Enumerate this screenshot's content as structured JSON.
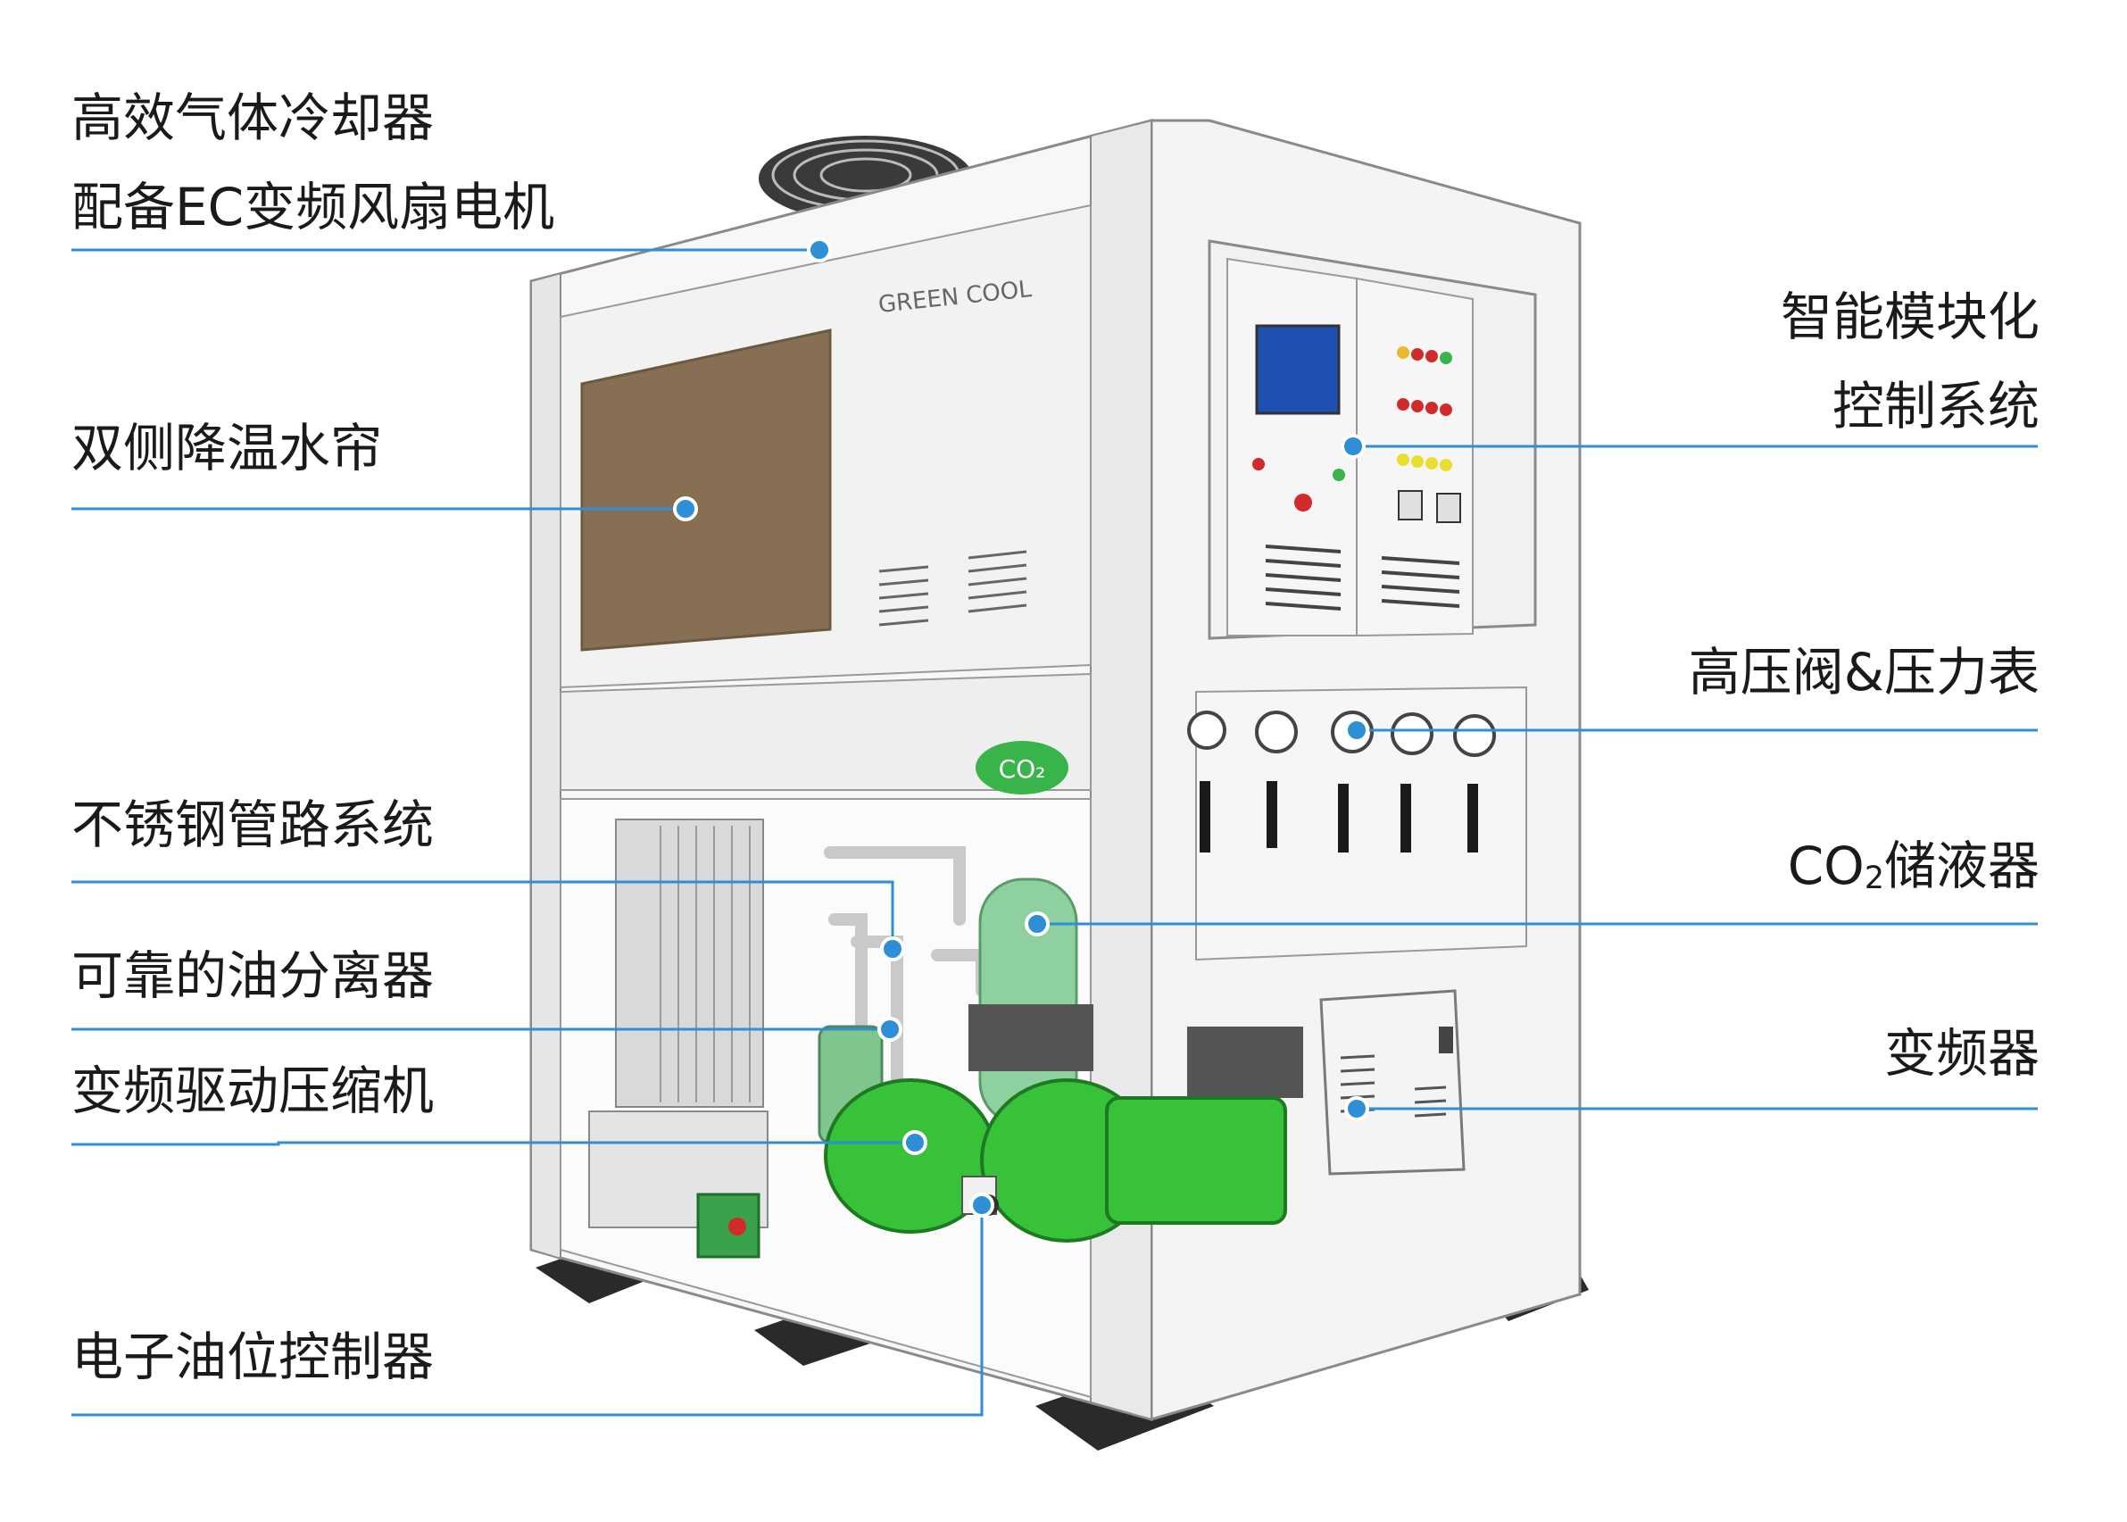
{
  "brand": {
    "logo_text": "GREEN COOL",
    "badge_text": "CO₂"
  },
  "colors": {
    "accent_line": "#2e8fd6",
    "frame": "#f4f4f4",
    "frame_edge": "#8a8a8a",
    "curtain": "#876f53",
    "compressor": "#37c23a",
    "receiver": "#8fd0a0",
    "screen": "#1f4fb0",
    "base": "#2a2a2a"
  },
  "labels": {
    "gas_cooler_line1": "高效气体冷却器",
    "gas_cooler_line2": "配备EC变频风扇电机",
    "water_curtain": "双侧降温水帘",
    "stainless_piping": "不锈钢管路系统",
    "oil_separator": "可靠的油分离器",
    "vfd_compressor": "变频驱动压缩机",
    "oil_level_controller": "电子油位控制器",
    "control_system_line1": "智能模块化",
    "control_system_line2": "控制系统",
    "hp_valve_gauge": "高压阀&压力表",
    "co2_receiver_prefix": "CO",
    "co2_receiver_sub": "2",
    "co2_receiver_suffix": "储液器",
    "inverter": "变频器"
  }
}
